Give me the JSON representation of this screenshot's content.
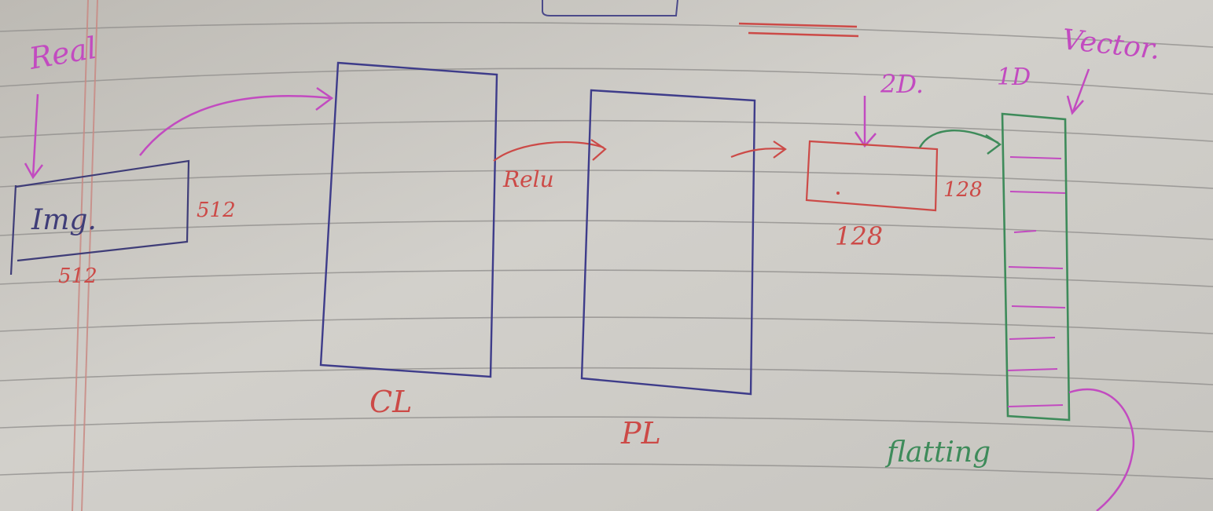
{
  "labels": {
    "real": "Real",
    "img": "Img.",
    "img_width": "512",
    "img_height": "512",
    "relu": "Relu",
    "conv_layer": "CL",
    "pool_layer": "PL",
    "two_d": "2D.",
    "one_d": "1D",
    "fm_width": "128",
    "fm_height": "128",
    "vector": "Vector.",
    "flatting": "flatting"
  },
  "colors": {
    "paper": "#cfcdc8",
    "ruled_line": "#8e8c8a",
    "margin_line": "#c98a84",
    "pink": "#c24bc0",
    "blue": "#3e3c8a",
    "red": "#cc4a47",
    "green": "#3e8b5a",
    "ink_dark": "#3f3d78"
  }
}
